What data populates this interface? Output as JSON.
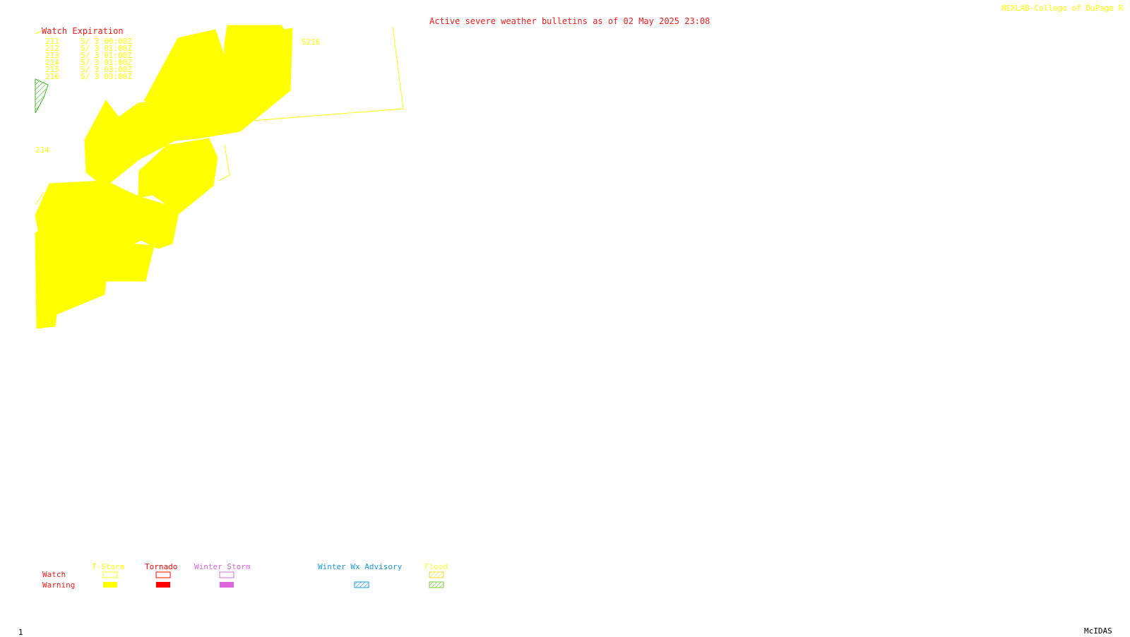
{
  "header": {
    "title": "Active severe weather bulletins as of 02 May 2025 23:08",
    "credit": "NEXLAB-College of DuPage R",
    "title_color": "#ff1a1a",
    "credit_color": "#ffff00"
  },
  "watch_expiration": {
    "heading": "Watch Expiration",
    "rows": [
      {
        "id": "211",
        "time": "5/ 3 00:00Z"
      },
      {
        "id": "212",
        "time": "5/ 3 01:00Z"
      },
      {
        "id": "213",
        "time": "5/ 3 01:00Z"
      },
      {
        "id": "214",
        "time": "5/ 3 01:00Z"
      },
      {
        "id": "215",
        "time": "5/ 3 03:00Z"
      },
      {
        "id": "216",
        "time": "5/ 3 03:00Z"
      }
    ]
  },
  "map_labels": {
    "watch_216": "S216",
    "watch_214": "214"
  },
  "legend": {
    "row_watch": "Watch",
    "row_warning": "Warning",
    "columns": [
      {
        "label": "T-Storm",
        "color": "#ffff00"
      },
      {
        "label": "Tornado",
        "color": "#ff0000"
      },
      {
        "label": "Winter Storm",
        "color": "#dd66dd"
      },
      {
        "label": "Winter Wx Advisory",
        "color": "#1a9ae6"
      },
      {
        "label": "Flood",
        "color": "#ffff33"
      }
    ]
  },
  "footer": {
    "frame_number": "1",
    "software": "McIDAS"
  }
}
